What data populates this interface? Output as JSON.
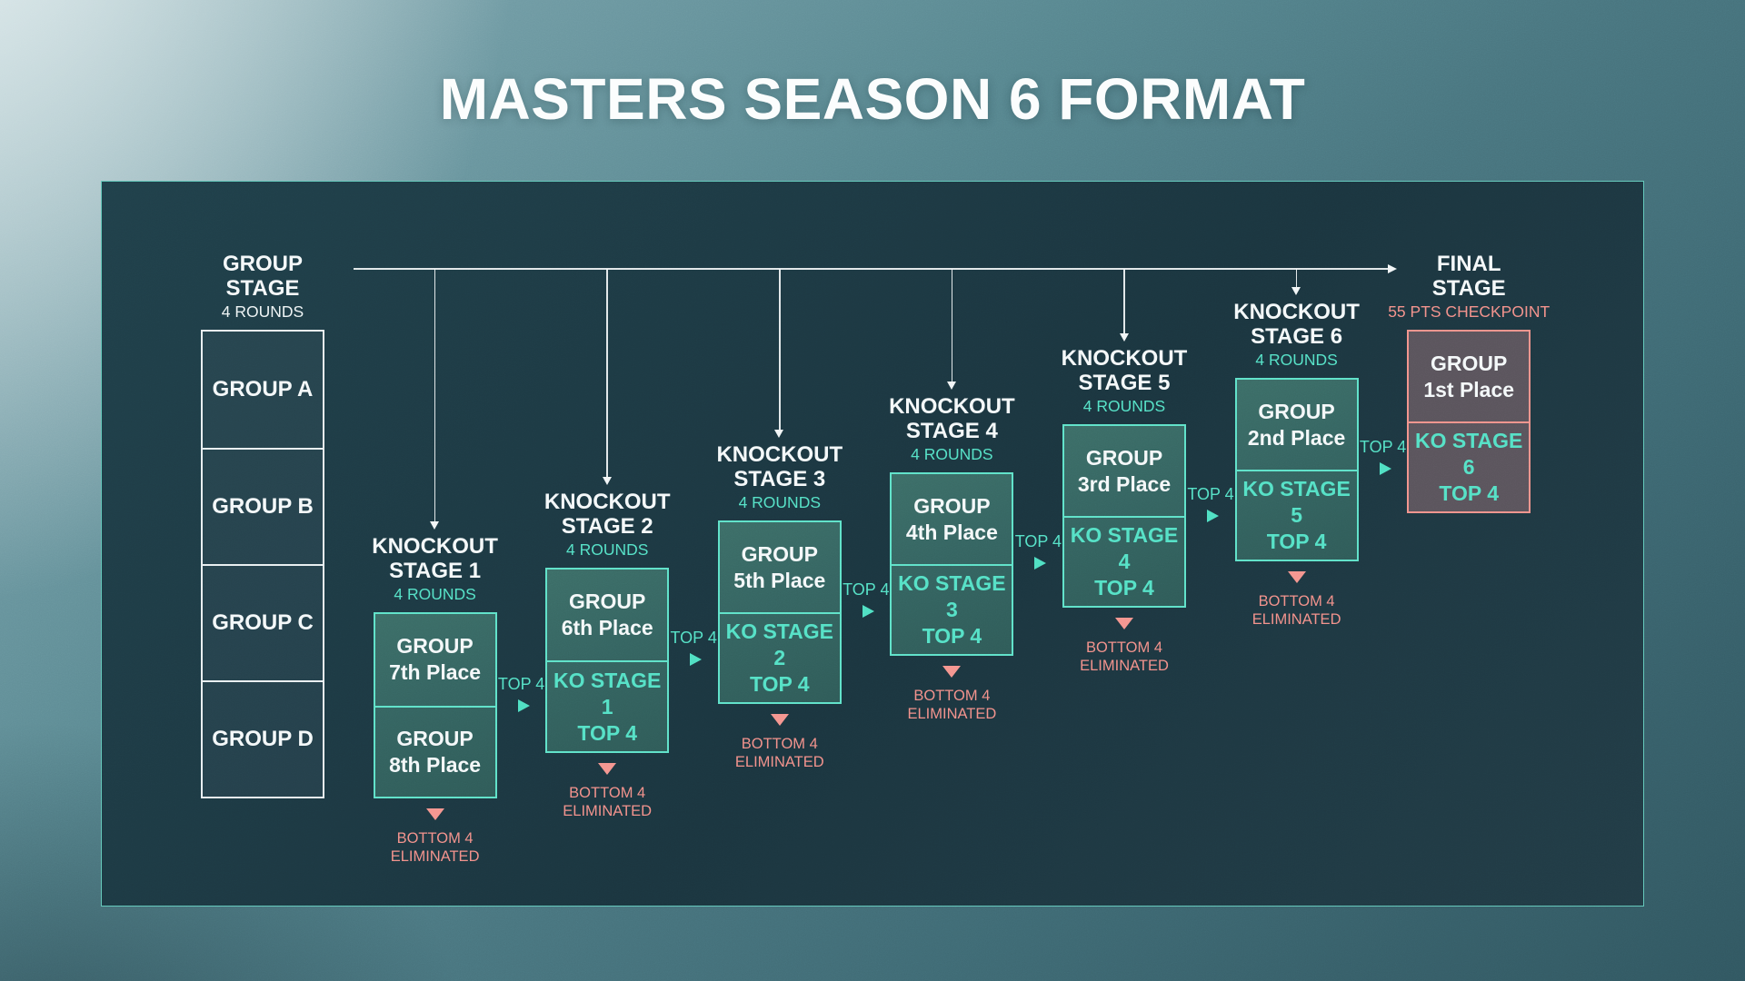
{
  "title": "MASTERS SEASON 6 FORMAT",
  "colors": {
    "mint_accent": "#55e1c6",
    "salmon_accent": "#f2908a",
    "text_white": "#f4f8f9",
    "panel_background": "#1d3a43",
    "panel_border": "#6fe0cd",
    "ko_box_border": "#5fe2c9",
    "final_box_border": "#f2938c",
    "group_box_border": "#e9eff1",
    "final_box_fill": "#5a545c"
  },
  "connector": {
    "top4_label": "TOP 4"
  },
  "stages": [
    {
      "id": "group-stage",
      "title_lines": [
        "GROUP",
        "STAGE"
      ],
      "subtitle": "4 ROUNDS",
      "subtitle_style": "white",
      "box_style": "plain",
      "cells": [
        {
          "lines": [
            "GROUP A"
          ],
          "text_style": "white"
        },
        {
          "lines": [
            "GROUP B"
          ],
          "text_style": "white"
        },
        {
          "lines": [
            "GROUP C"
          ],
          "text_style": "white"
        },
        {
          "lines": [
            "GROUP D"
          ],
          "text_style": "white"
        }
      ],
      "advances_top4": false
    },
    {
      "id": "knockout-stage-1",
      "title_lines": [
        "KNOCKOUT",
        "STAGE 1"
      ],
      "subtitle": "4 ROUNDS",
      "subtitle_style": "mint",
      "box_style": "ko",
      "cells": [
        {
          "lines": [
            "GROUP",
            "7th Place"
          ],
          "text_style": "white"
        },
        {
          "lines": [
            "GROUP",
            "8th Place"
          ],
          "text_style": "white"
        }
      ],
      "eliminated_lines": [
        "BOTTOM 4",
        "ELIMINATED"
      ],
      "advances_top4": true
    },
    {
      "id": "knockout-stage-2",
      "title_lines": [
        "KNOCKOUT",
        "STAGE 2"
      ],
      "subtitle": "4 ROUNDS",
      "subtitle_style": "mint",
      "box_style": "ko",
      "cells": [
        {
          "lines": [
            "GROUP",
            "6th Place"
          ],
          "text_style": "white"
        },
        {
          "lines": [
            "KO STAGE 1",
            "TOP 4"
          ],
          "text_style": "mint"
        }
      ],
      "eliminated_lines": [
        "BOTTOM 4",
        "ELIMINATED"
      ],
      "advances_top4": true
    },
    {
      "id": "knockout-stage-3",
      "title_lines": [
        "KNOCKOUT",
        "STAGE 3"
      ],
      "subtitle": "4 ROUNDS",
      "subtitle_style": "mint",
      "box_style": "ko",
      "cells": [
        {
          "lines": [
            "GROUP",
            "5th Place"
          ],
          "text_style": "white"
        },
        {
          "lines": [
            "KO STAGE 2",
            "TOP 4"
          ],
          "text_style": "mint"
        }
      ],
      "eliminated_lines": [
        "BOTTOM 4",
        "ELIMINATED"
      ],
      "advances_top4": true
    },
    {
      "id": "knockout-stage-4",
      "title_lines": [
        "KNOCKOUT",
        "STAGE 4"
      ],
      "subtitle": "4 ROUNDS",
      "subtitle_style": "mint",
      "box_style": "ko",
      "cells": [
        {
          "lines": [
            "GROUP",
            "4th Place"
          ],
          "text_style": "white"
        },
        {
          "lines": [
            "KO STAGE 3",
            "TOP 4"
          ],
          "text_style": "mint"
        }
      ],
      "eliminated_lines": [
        "BOTTOM 4",
        "ELIMINATED"
      ],
      "advances_top4": true
    },
    {
      "id": "knockout-stage-5",
      "title_lines": [
        "KNOCKOUT",
        "STAGE 5"
      ],
      "subtitle": "4 ROUNDS",
      "subtitle_style": "mint",
      "box_style": "ko",
      "cells": [
        {
          "lines": [
            "GROUP",
            "3rd Place"
          ],
          "text_style": "white"
        },
        {
          "lines": [
            "KO STAGE 4",
            "TOP 4"
          ],
          "text_style": "mint"
        }
      ],
      "eliminated_lines": [
        "BOTTOM 4",
        "ELIMINATED"
      ],
      "advances_top4": true
    },
    {
      "id": "knockout-stage-6",
      "title_lines": [
        "KNOCKOUT",
        "STAGE 6"
      ],
      "subtitle": "4 ROUNDS",
      "subtitle_style": "mint",
      "box_style": "ko",
      "cells": [
        {
          "lines": [
            "GROUP",
            "2nd Place"
          ],
          "text_style": "white"
        },
        {
          "lines": [
            "KO STAGE 5",
            "TOP 4"
          ],
          "text_style": "mint"
        }
      ],
      "eliminated_lines": [
        "BOTTOM 4",
        "ELIMINATED"
      ],
      "advances_top4": true
    },
    {
      "id": "final-stage",
      "title_lines": [
        "FINAL",
        "STAGE"
      ],
      "subtitle": "55 PTS CHECKPOINT",
      "subtitle_style": "salmon",
      "box_style": "final",
      "cells": [
        {
          "lines": [
            "GROUP",
            "1st Place"
          ],
          "text_style": "white"
        },
        {
          "lines": [
            "KO STAGE 6",
            "TOP 4"
          ],
          "text_style": "mint"
        }
      ],
      "advances_top4": false
    }
  ]
}
